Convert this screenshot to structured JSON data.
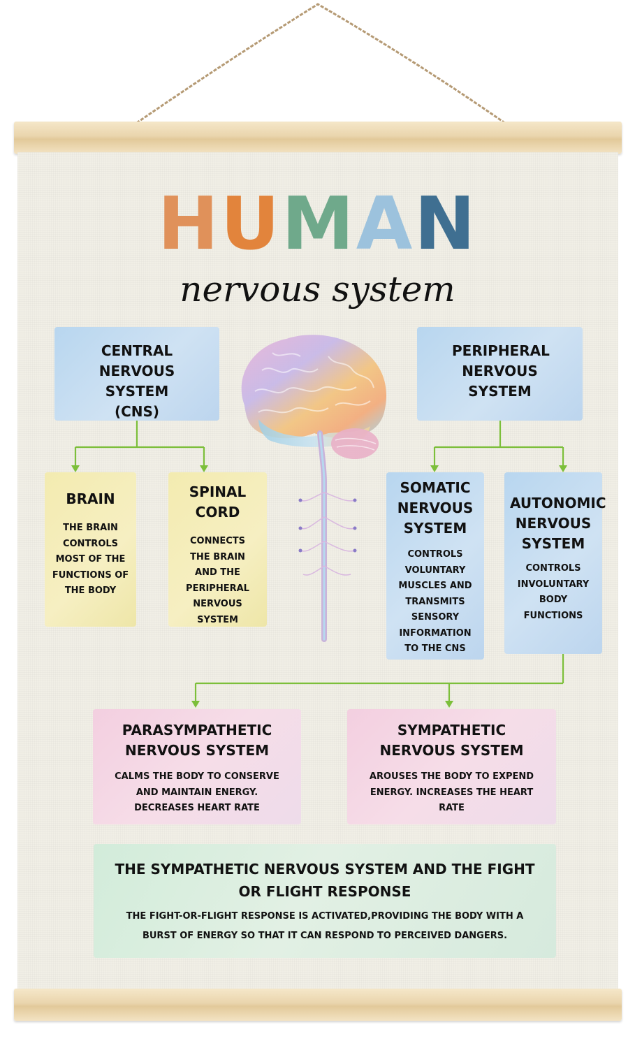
{
  "poster": {
    "title_letters": [
      {
        "char": "H",
        "color": "#e0915a"
      },
      {
        "char": "U",
        "color": "#e2843c"
      },
      {
        "char": "M",
        "color": "#6fa98b"
      },
      {
        "char": "A",
        "color": "#9cc2dd"
      },
      {
        "char": "N",
        "color": "#3f6f91"
      }
    ],
    "subtitle": "nervous system"
  },
  "boxes": {
    "cns": {
      "title": "CENTRAL NERVOUS SYSTEM (CNS)"
    },
    "pns": {
      "title": "PERIPHERAL NERVOUS SYSTEM"
    },
    "brain": {
      "title": "BRAIN",
      "desc": "THE BRAIN CONTROLS MOST OF THE FUNCTIONS OF THE BODY"
    },
    "spinal": {
      "title": "SPINAL CORD",
      "desc": "CONNECTS THE BRAIN AND THE PERIPHERAL NERVOUS SYSTEM"
    },
    "somatic": {
      "title": "SOMATIC NERVOUS SYSTEM",
      "desc": "CONTROLS VOLUNTARY MUSCLES AND TRANSMITS SENSORY INFORMATION TO THE CNS"
    },
    "autonomic": {
      "title": "AUTONOMIC NERVOUS SYSTEM",
      "desc": "CONTROLS INVOLUNTARY BODY FUNCTIONS"
    },
    "parasympathetic": {
      "title": "PARASYMPATHETIC NERVOUS SYSTEM",
      "desc": "CALMS THE BODY TO CONSERVE AND MAINTAIN ENERGY. DECREASES HEART RATE"
    },
    "sympathetic": {
      "title": "SYMPATHETIC NERVOUS SYSTEM",
      "desc": "AROUSES THE BODY TO EXPEND ENERGY. INCREASES THE HEART RATE"
    },
    "fight_flight": {
      "title": "THE SYMPATHETIC NERVOUS SYSTEM AND THE FIGHT OR FLIGHT RESPONSE",
      "desc": "THE FIGHT-OR-FLIGHT RESPONSE IS ACTIVATED,PROVIDING THE BODY WITH A BURST OF ENERGY SO THAT IT CAN RESPOND TO PERCEIVED DANGERS."
    }
  },
  "colors": {
    "connector": "#7cbf3a",
    "rod": "#ead5ad",
    "canvas": "#f1efe6"
  }
}
